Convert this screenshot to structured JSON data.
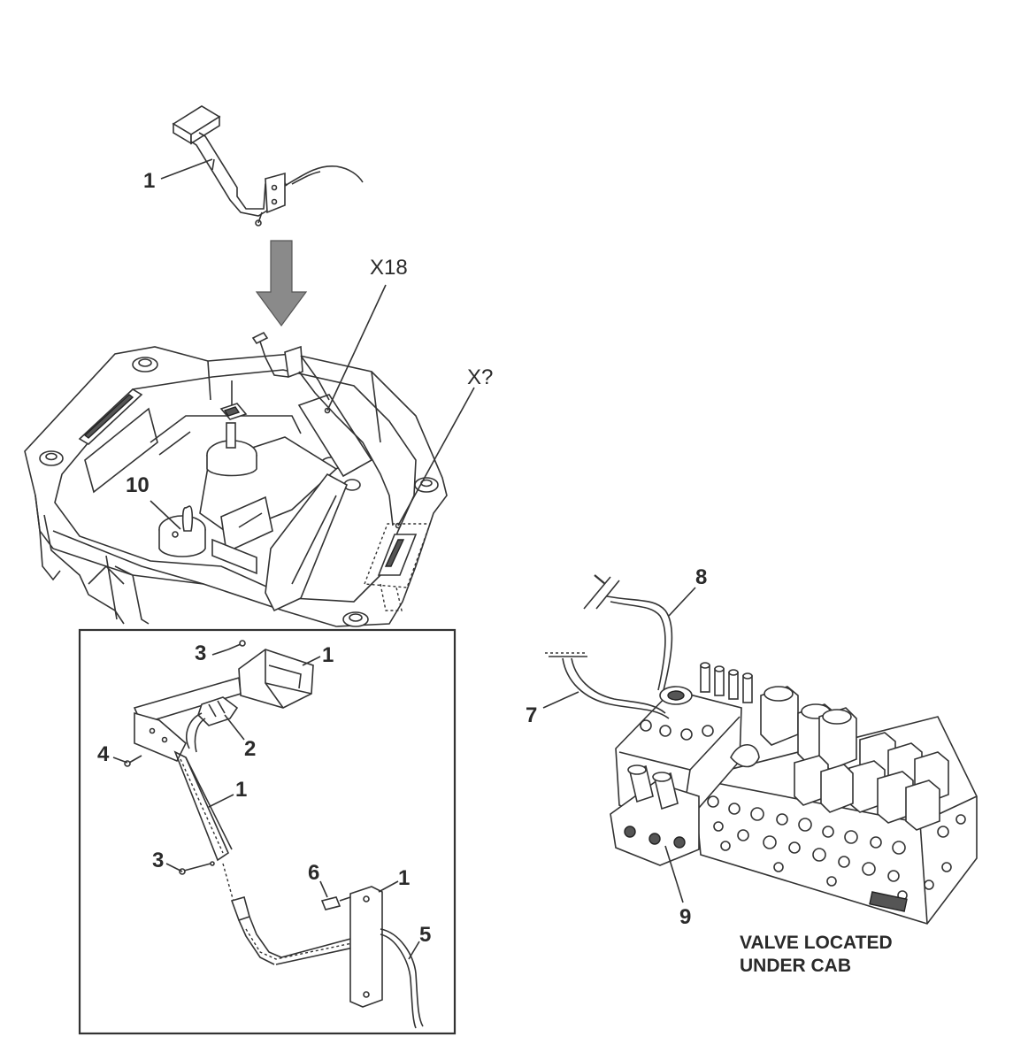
{
  "callouts": {
    "top_pedal": "1",
    "x18": "X18",
    "xq": "X?",
    "c10": "10",
    "d3a": "3",
    "d1a": "1",
    "d2": "2",
    "d4": "4",
    "d1b": "1",
    "d3b": "3",
    "d6": "6",
    "d1c": "1",
    "d5": "5",
    "v8": "8",
    "v7": "7",
    "v9": "9"
  },
  "note": {
    "line1": "VALVE LOCATED",
    "line2": "UNDER CAB"
  },
  "colors": {
    "ink": "#2a2a2a",
    "arrow_fill": "#8a8a8a",
    "background": "#ffffff"
  }
}
